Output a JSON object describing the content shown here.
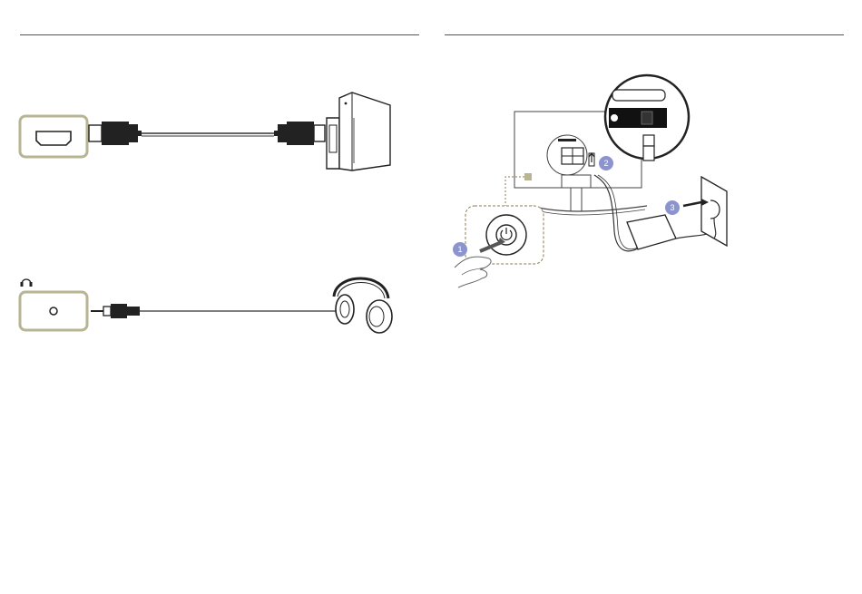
{
  "left_column": {
    "displayport_section": {
      "port_icon": "displayport-port-icon",
      "cable": "displayport-cable",
      "device": "pc-tower-icon"
    },
    "headphone_section": {
      "label_icon": "headphone-icon",
      "port_icon": "audio-jack-port-icon",
      "cable": "audio-cable",
      "device": "headphones-icon"
    }
  },
  "right_column": {
    "steps": [
      "1",
      "2",
      "3"
    ],
    "step_colors": {
      "badge": "#8c94cf"
    },
    "icons": [
      "monitor-back-icon",
      "power-button-icon",
      "power-adapter-icon",
      "wall-outlet-icon",
      "finger-press-icon"
    ]
  },
  "colors": {
    "port_frame": "#b7b593",
    "rule": "#555555",
    "line": "#333333"
  }
}
